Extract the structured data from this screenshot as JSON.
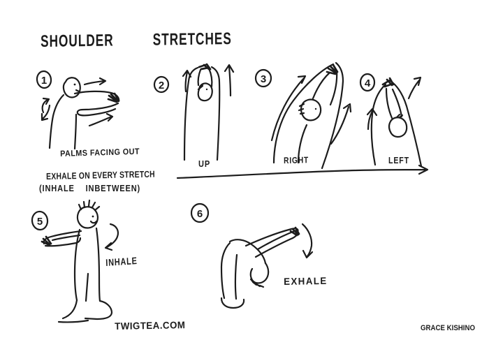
{
  "colors": {
    "ink": "#1c1c1c",
    "paper": "#ffffff"
  },
  "title": "SHOULDER STRETCHES",
  "steps": [
    {
      "number": "1",
      "caption": "PALMS FACING OUT"
    },
    {
      "number": "2",
      "caption": "UP"
    },
    {
      "number": "3",
      "caption": "RIGHT"
    },
    {
      "number": "4",
      "caption": "LEFT"
    },
    {
      "number": "5",
      "caption": "INHALE"
    },
    {
      "number": "6",
      "caption": "EXHALE"
    }
  ],
  "instruction": {
    "line1": "EXHALE ON EVERY STRETCH",
    "line2": "(INHALE INBETWEEN)"
  },
  "footer": {
    "website": "TWIGTEA.COM",
    "credit": "GRACE KISHINO"
  }
}
